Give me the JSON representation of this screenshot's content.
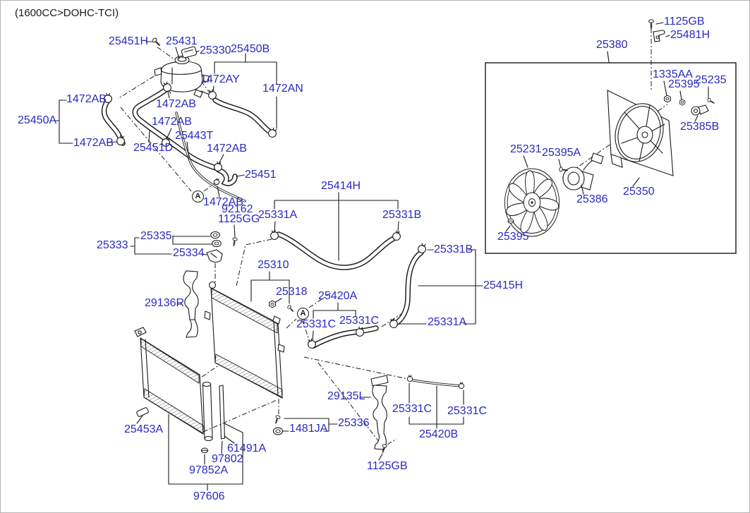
{
  "title": "(1600CC>DOHC-TCI)",
  "colors": {
    "label_blue": "#2929c4",
    "line_black": "#1a1a1a",
    "background": "#ffffff",
    "border_gray": "#b4b4b4"
  },
  "callouts": {
    "a": "A"
  },
  "labels": [
    "25451H",
    "25431",
    "25330",
    "25450B",
    "1472AY",
    "1472AN",
    "1472AB",
    "25450A",
    "1472AB",
    "1472AB",
    "1472AB",
    "25443T",
    "25451D",
    "1472AB",
    "25451",
    "1472AB",
    "92162",
    "1125GG",
    "25335",
    "25333",
    "25334",
    "25331A",
    "25414H",
    "25331B",
    "25331B",
    "25415H",
    "25331A",
    "25310",
    "25318",
    "25420A",
    "25331C",
    "25331C",
    "29136R",
    "25453A",
    "61491A",
    "97802",
    "97852A",
    "97606",
    "29135L",
    "1481JA",
    "25336",
    "25331C",
    "25331C",
    "25420B",
    "1125GB",
    "25380",
    "1125GB",
    "25481H",
    "1335AA",
    "25395",
    "25235",
    "25385B",
    "25231",
    "25395A",
    "25386",
    "25350",
    "25395"
  ]
}
